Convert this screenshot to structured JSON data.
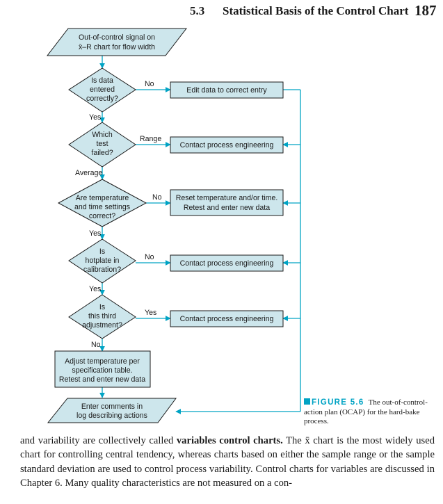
{
  "header": {
    "section": "5.3",
    "title": "Statistical Basis of the Control Chart",
    "page": "187"
  },
  "flowchart": {
    "start": [
      "Out-of-control signal on",
      "x̄–R chart for flow width"
    ],
    "decisions": [
      {
        "lines": [
          "Is data",
          "entered",
          "correctly?"
        ],
        "branch_label": "No",
        "down_label": "Yes",
        "action": [
          "Edit data to correct entry"
        ]
      },
      {
        "lines": [
          "Which",
          "test",
          "failed?"
        ],
        "branch_label": "Range",
        "down_label": "Average",
        "action": [
          "Contact process engineering"
        ]
      },
      {
        "lines": [
          "Are temperature",
          "and time settings",
          "correct?"
        ],
        "branch_label": "No",
        "down_label": "Yes",
        "action": [
          "Reset temperature and/or time.",
          "Retest and enter new data"
        ]
      },
      {
        "lines": [
          "Is",
          "hotplate in",
          "calibration?"
        ],
        "branch_label": "No",
        "down_label": "Yes",
        "action": [
          "Contact process engineering"
        ]
      },
      {
        "lines": [
          "Is",
          "this third",
          "adjustment?"
        ],
        "branch_label": "Yes",
        "down_label": "No",
        "action": [
          "Contact process engineering"
        ]
      }
    ],
    "final_action": [
      "Adjust temperature per",
      "specification table.",
      "Retest and enter new data"
    ],
    "end": [
      "Enter comments in",
      "log describing actions"
    ]
  },
  "caption": {
    "label": "FIGURE 5.6",
    "text": "The out-of-control-action plan (OCAP) for the hard-bake process."
  },
  "body": {
    "line1_pre": "and variability are collectively called ",
    "line1_bold": "variables control charts.",
    "line1_post": " The x̄ chart is the most widely",
    "rest": "used chart for controlling central tendency, whereas charts based on either the sample range or the sample standard deviation are used to control process variability. Control charts for variables are discussed in Chapter 6. Many quality characteristics are not measured on a con-"
  },
  "colors": {
    "accent": "#00a3c4",
    "fill": "#cde6ec",
    "stroke": "#1a1a1a"
  }
}
